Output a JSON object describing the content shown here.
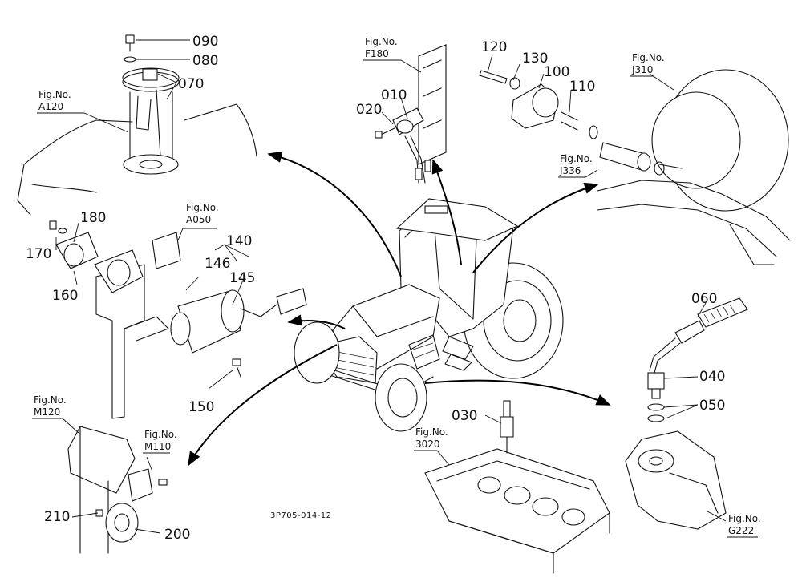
{
  "fig_prefix": "Fig.No.",
  "figure_code": "3P705-014-12",
  "figure_refs": {
    "A120": "A120",
    "F180": "F180",
    "J310": "J310",
    "J336": "J336",
    "A050": "A050",
    "M120": "M120",
    "M110": "M110",
    "F3020": "3020",
    "G222": "G222"
  },
  "parts": {
    "p090": "090",
    "p080": "080",
    "p070": "070",
    "p010": "010",
    "p020": "020",
    "p120": "120",
    "p130": "130",
    "p100": "100",
    "p110": "110",
    "p180": "180",
    "p170": "170",
    "p160": "160",
    "p140": "140",
    "p146": "146",
    "p145": "145",
    "p150": "150",
    "p060": "060",
    "p040": "040",
    "p050": "050",
    "p030": "030",
    "p210": "210",
    "p200": "200"
  }
}
